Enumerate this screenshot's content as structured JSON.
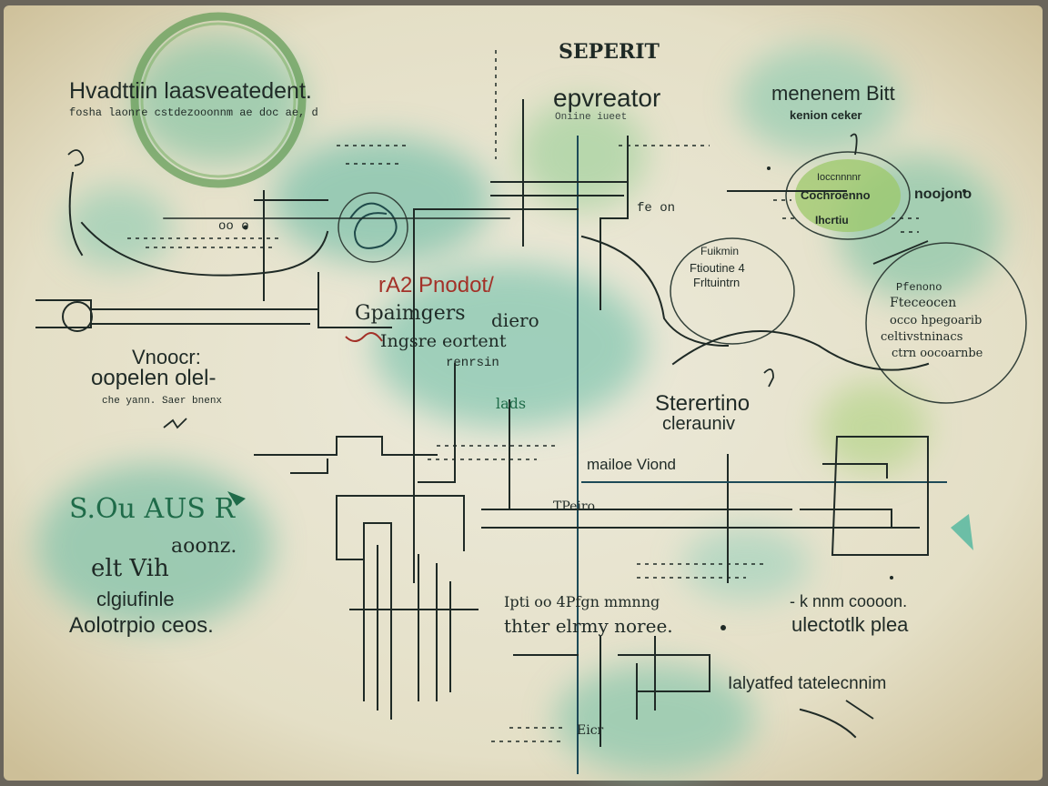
{
  "colors": {
    "paper": "#ebe8d3",
    "paper_edge": "#c9bc95",
    "ink": "#1f2a26",
    "wash_teal": "#7fc2ac",
    "wash_green": "#9cc86a",
    "accent_red": "#a33128",
    "accent_green": "#1f6b49",
    "ring_green": "#5f9a52"
  },
  "header": {
    "top_title": "SEPERIT",
    "left_title": "Hvadttiin laasveatedent.",
    "left_subtitle": "fosha laonre cstdezooonnm  ae doc ae,  d",
    "center_title": "epvreator",
    "center_subtitle": "Oniine  iueet",
    "right_title": "menenem Bitt",
    "right_subtitle": "kenion ceker"
  },
  "labels": {
    "t_ooo": "oo o",
    "t_fron": "fe  on",
    "t_noojono": "noojono",
    "t_ring_1": "Ioccnnnnr",
    "t_ring_2": "Cochroenno",
    "t_ring_3": "Ihcrtiu",
    "t_pink_1": "Fuikmin",
    "t_pink_2": "Ftioutine  4",
    "t_pink_3": "Frltuintrn",
    "t_red": "rA2 Pnodot/",
    "t_op_1": "Gpaimgers",
    "t_op_2": "diero",
    "t_op_3": "Ingsre eortent",
    "t_op_4": "renrsin",
    "t_op_5": "lads",
    "t_vnd_1": "Vnoocr:",
    "t_vnd_2": "oopelen olel-",
    "t_vnd_3": "che yann.  Saer bnenx",
    "t_right_1": "Pfenono",
    "t_right_2": "Fteceocen",
    "t_right_3": "occo hpegoarib",
    "t_right_4": "celtivstninacs",
    "t_right_5": "ctrn  oocoarnbe",
    "t_sep_1": "Sterertino",
    "t_sep_2": "clerauniv",
    "t_mailo": "mailoe Viond",
    "t_tpeiro": "TPeiro",
    "t_aus": "S.Ou AUS  R",
    "t_aus_2": "aoonz.",
    "t_aus_3": "elt  Vih",
    "t_aus_4": "clgiufinle",
    "t_aus_5": "Aolotrpio  ceos.",
    "t_pt_1": "Ipti oo  4Pfgn mmnng",
    "t_pt_2": "thter  elrmy noree.",
    "t_kn_1": "-  k     nnm  coooon.",
    "t_kn_2": "ulectotlk  plea",
    "t_laya": "Ialyatfed  tatelecnnim",
    "t_ek": "Eicr"
  }
}
